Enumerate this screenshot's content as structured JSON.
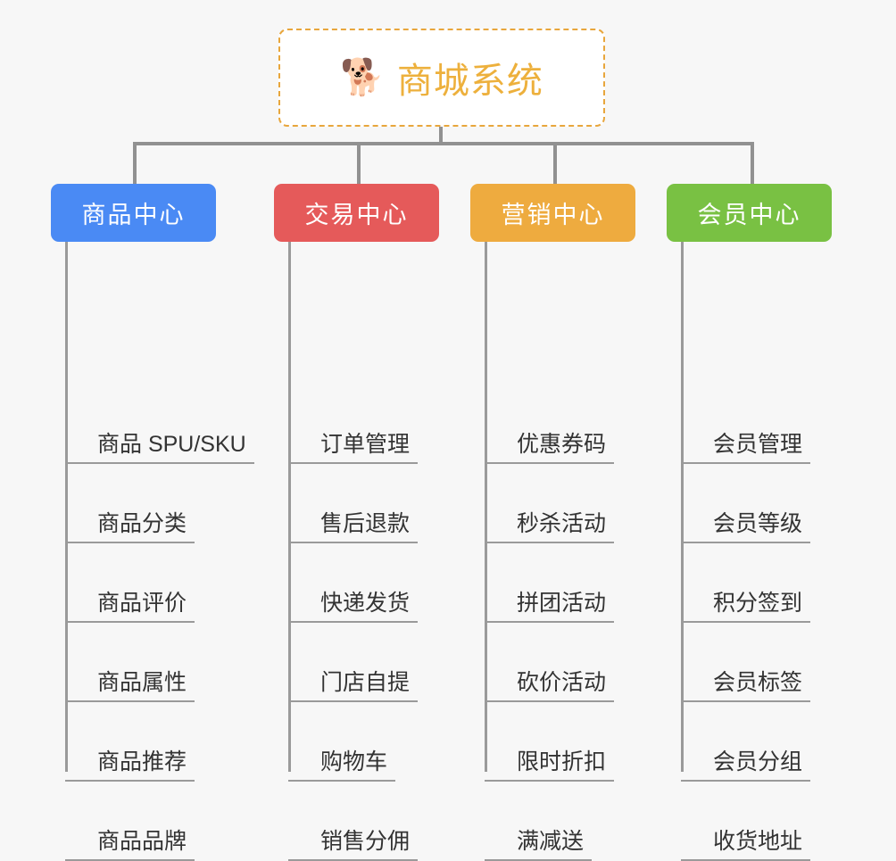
{
  "page": {
    "background_color": "#f7f7f7",
    "connector_color": "#919191"
  },
  "root": {
    "icon": "shiba-dog-face-emoji",
    "emoji": "🐕",
    "title": "商城系统",
    "title_color": "#edb03c",
    "border_color": "#e8a63c",
    "background": "#ffffff"
  },
  "branches": [
    {
      "id": "product-center",
      "label": "商品中心",
      "color": "#4a8af4",
      "items": [
        "商品 SPU/SKU",
        "商品分类",
        "商品评价",
        "商品属性",
        "商品推荐",
        "商品品牌"
      ]
    },
    {
      "id": "trade-center",
      "label": "交易中心",
      "color": "#e55a5a",
      "items": [
        "订单管理",
        "售后退款",
        "快递发货",
        "门店自提",
        "购物车",
        "销售分佣"
      ]
    },
    {
      "id": "marketing-center",
      "label": "营销中心",
      "color": "#eeab3f",
      "items": [
        "优惠券码",
        "秒杀活动",
        "拼团活动",
        "砍价活动",
        "限时折扣",
        "满减送"
      ]
    },
    {
      "id": "member-center",
      "label": "会员中心",
      "color": "#79c143",
      "items": [
        "会员管理",
        "会员等级",
        "积分签到",
        "会员标签",
        "会员分组",
        "收货地址"
      ]
    }
  ]
}
